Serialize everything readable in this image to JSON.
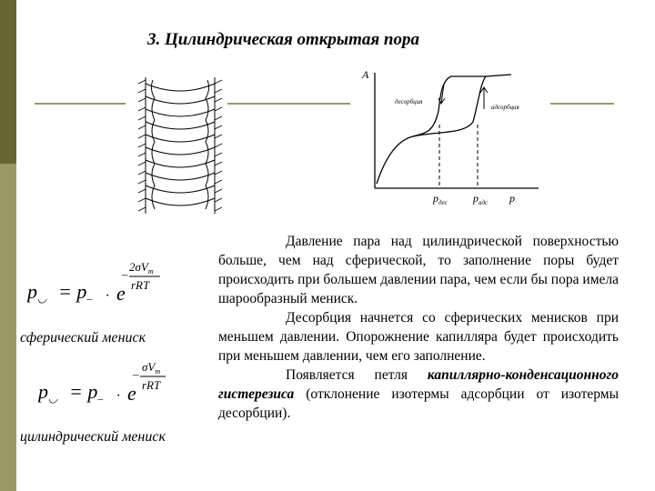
{
  "slide": {
    "title": "3. Цилиндрическая открытая пора",
    "accent_colors": {
      "sidebar_dark": "#666633",
      "sidebar_light": "#999966",
      "rule": "#999966"
    }
  },
  "graph": {
    "y_axis_label": "A",
    "x_axis_label": "p",
    "desorption_label": "десорбция",
    "adsorption_label": "адсорбция",
    "tick_label_1": "p",
    "tick_label_1_sub": "дес",
    "tick_label_2": "p",
    "tick_label_2_sub": "адс"
  },
  "formulas": {
    "spherical": {
      "lhs": "p",
      "lhs_sub": "◡",
      "eq": "= p",
      "eq_sub": "–",
      "dot": "·",
      "base": "e",
      "exp_minus": "–",
      "exp_num": "2σV",
      "exp_num_sub": "m",
      "exp_den": "rRT"
    },
    "cylindrical": {
      "lhs": "p",
      "lhs_sub": "◡",
      "eq": "= p",
      "eq_sub": "–",
      "dot": "·",
      "base": "e",
      "exp_minus": "–",
      "exp_num": "σV",
      "exp_num_sub": "m",
      "exp_den": "rRT"
    }
  },
  "captions": {
    "spherical": "сферический мениск",
    "cylindrical": "цилиндрический мениск"
  },
  "paragraphs": [
    {
      "text": "Давление пара над цилиндрической поверхностью больше, чем над сферической, то заполнение поры будет происходить при большем давлении пара, чем если бы пора имела шарообразный мениск."
    },
    {
      "text": "Десорбция начнется со сферических менисков при меньшем давлении. Опорожнение капилляра будет происходить при меньшем давлении, чем его заполнение."
    },
    {
      "text_before": "Появляется петля ",
      "text_emph": "капиллярно-конденсационного гистерезиса",
      "text_after": " (отклонение изотермы адсорбции от изотермы десорбции)."
    }
  ]
}
